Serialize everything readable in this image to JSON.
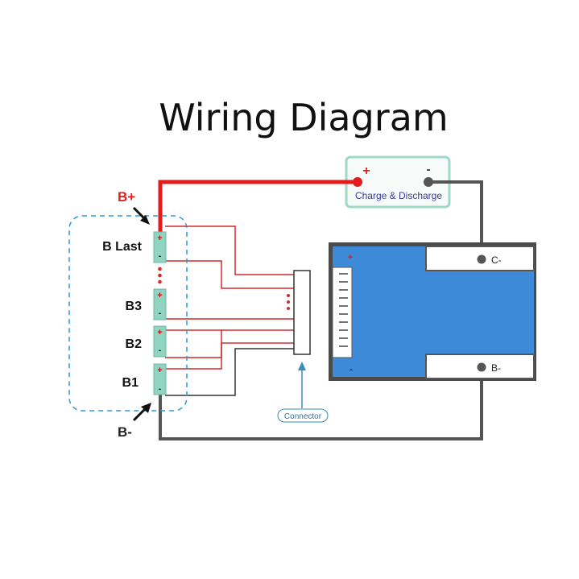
{
  "title": "Wiring Diagram",
  "battery_pack": {
    "positive_label": "B+",
    "negative_label": "B-",
    "cells": [
      {
        "label": "B Last",
        "plus": "+",
        "minus": "-"
      },
      {
        "label": "B3",
        "plus": "+",
        "minus": "-"
      },
      {
        "label": "B2",
        "plus": "+",
        "minus": "-"
      },
      {
        "label": "B1",
        "plus": "+",
        "minus": "-"
      }
    ]
  },
  "charge_box": {
    "plus": "+",
    "minus": "-",
    "label": "Charge & Discharge"
  },
  "bms_board": {
    "plus_mark": "+",
    "minus_mark": "-",
    "c_terminal": "C-",
    "b_terminal": "B-"
  },
  "connector": {
    "label": "Connector"
  },
  "colors": {
    "positive_wire": "#e31b1b",
    "negative_wire": "#555555",
    "sense_wire": "#d42a2a",
    "board_blue": "#3d8bd8",
    "cell_green": "#8fd4c0",
    "dashed_outline": "#2a9ad6",
    "connector_arrow": "#3a8fb8"
  }
}
